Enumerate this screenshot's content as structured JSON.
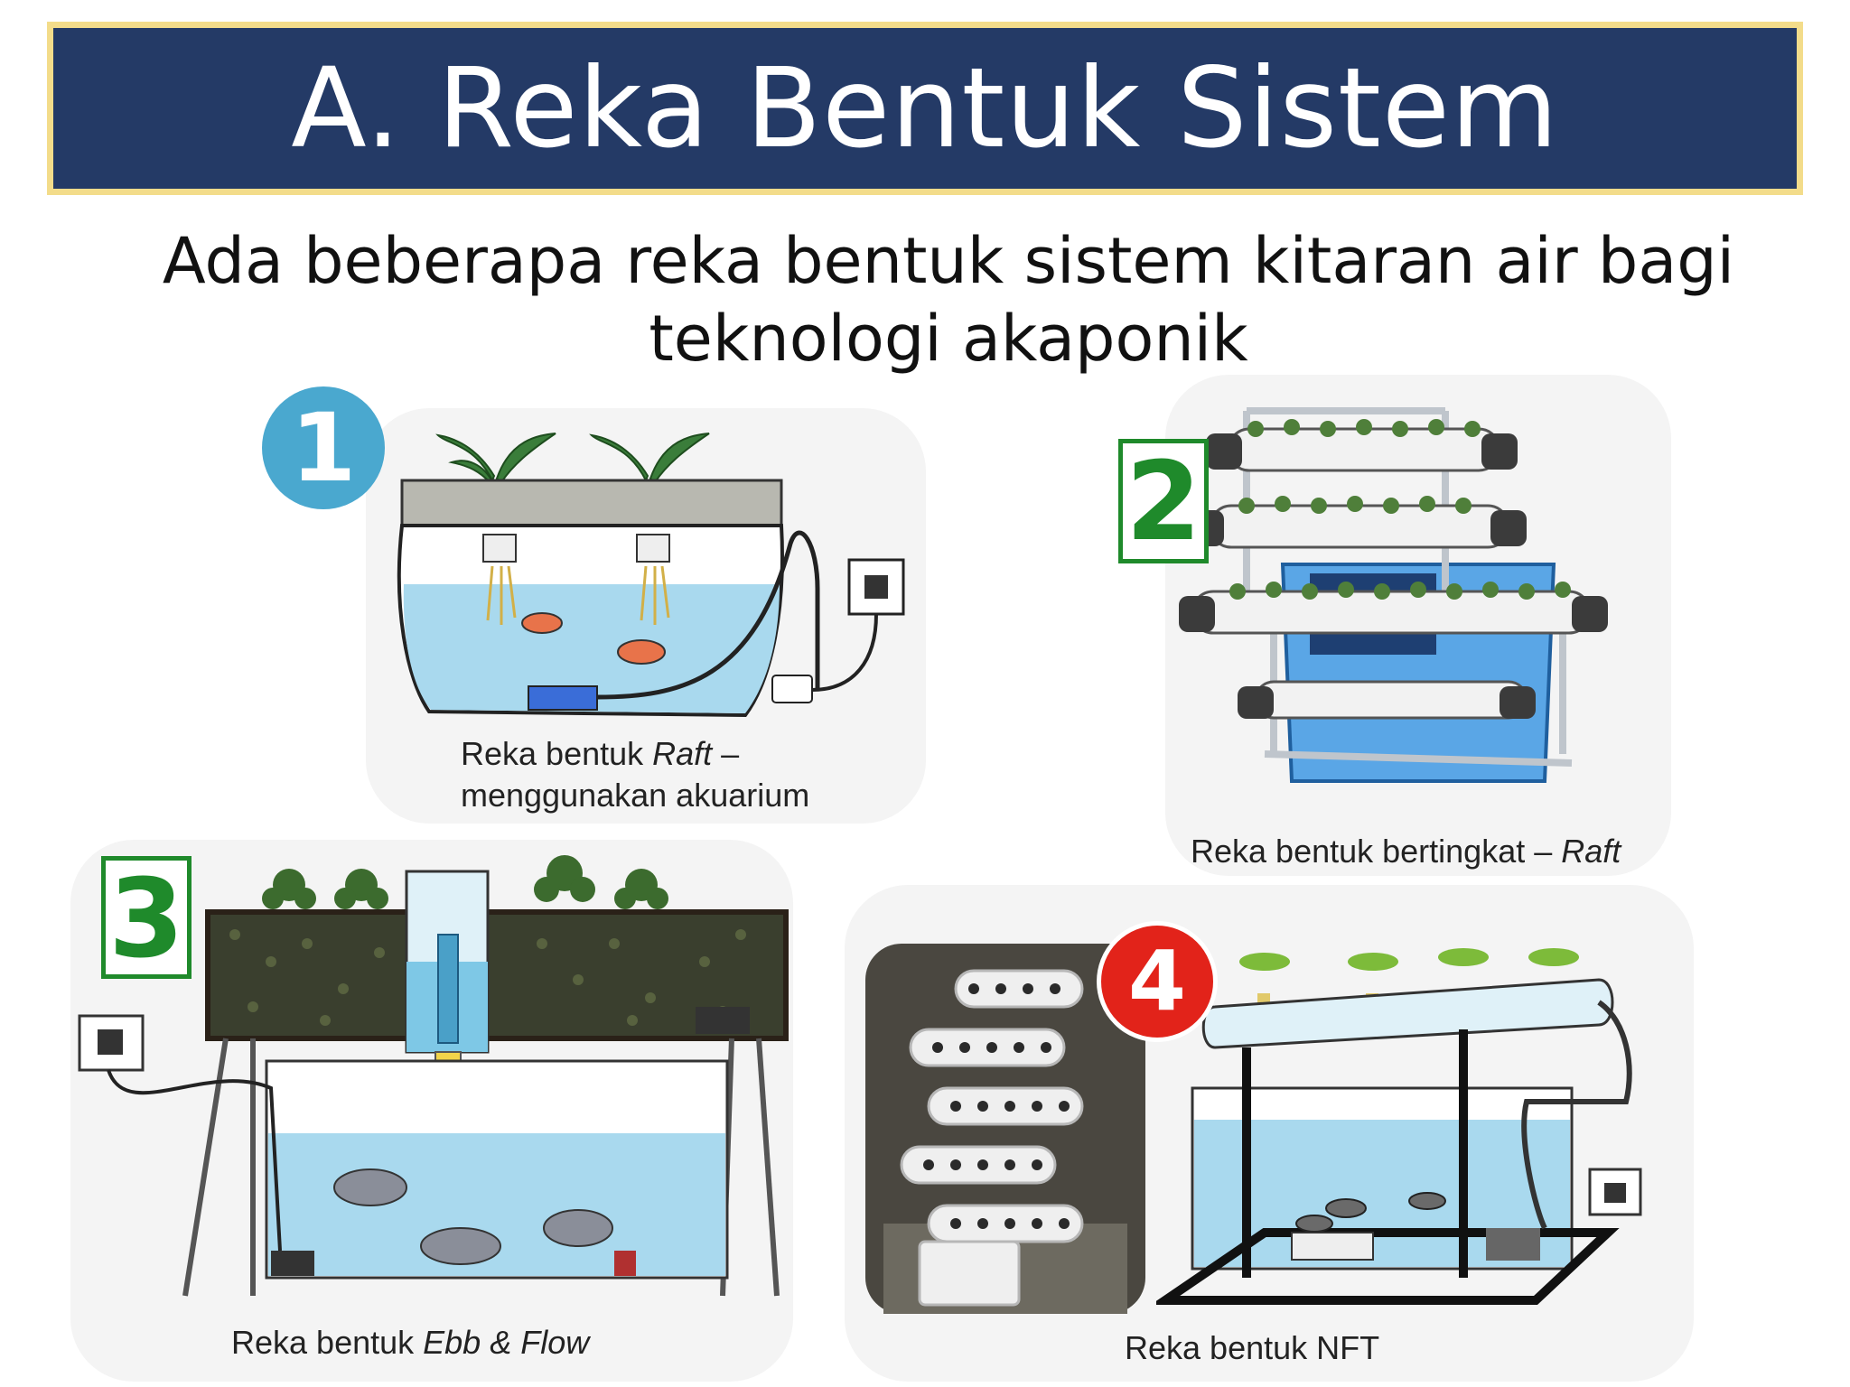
{
  "slide": {
    "title": "A. Reka Bentuk Sistem Akuaponik",
    "subtitle_line1": "Ada beberapa reka bentuk sistem kitaran air bagi",
    "subtitle_line2": "teknologi akaponik"
  },
  "designs": [
    {
      "number": "1",
      "caption_prefix": "Reka bentuk ",
      "caption_italic": "Raft",
      "caption_suffix": " –",
      "caption_line2": "menggunakan akuarium",
      "badge_color": "#4aa8cf"
    },
    {
      "number": "2",
      "caption_prefix": "Reka bentuk bertingkat – ",
      "caption_italic": "Raft",
      "badge_color": "#1f8a2b"
    },
    {
      "number": "3",
      "caption_prefix": "Reka bentuk ",
      "caption_italic": "Ebb & Flow",
      "badge_color": "#1f8a2b"
    },
    {
      "number": "4",
      "caption_prefix": "Reka bentuk NFT",
      "badge_color": "#e2231a"
    }
  ]
}
